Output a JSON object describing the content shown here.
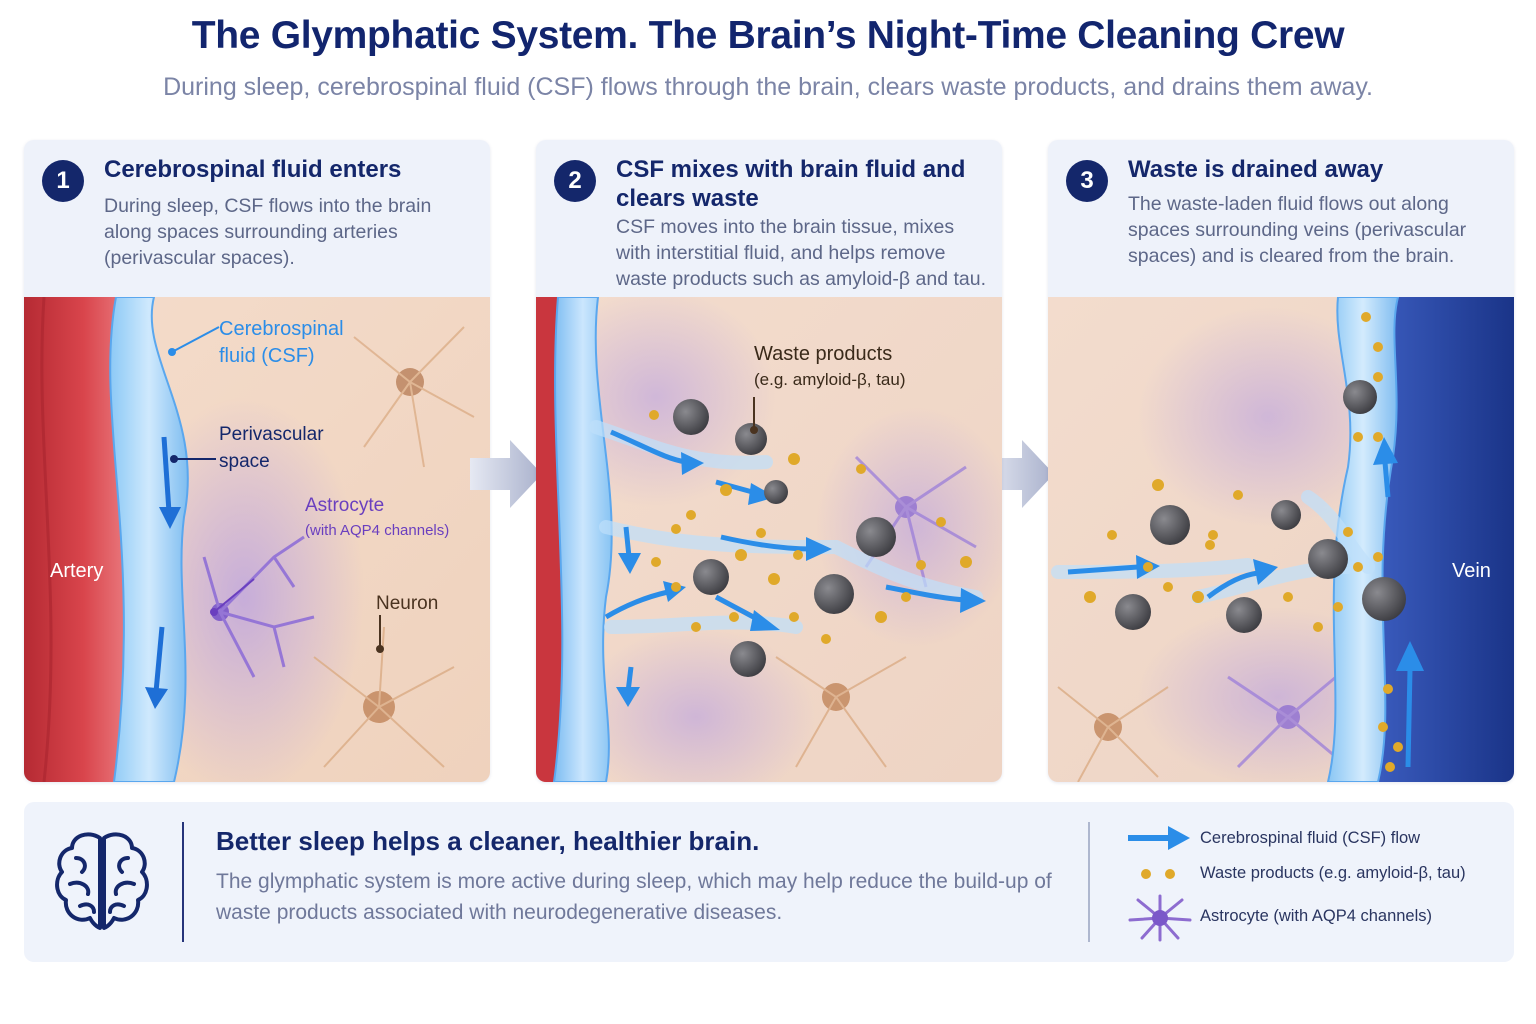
{
  "header": {
    "title": "The Glymphatic System. The Brain’s Night-Time Cleaning Crew",
    "subtitle": "During sleep, cerebrospinal fluid (CSF) flows through the brain, clears waste products, and drains them away."
  },
  "steps": [
    {
      "number": "1",
      "title": "Cerebrospinal fluid enters",
      "desc": "During sleep, CSF flows into the brain along spaces surrounding arteries (perivascular spaces).",
      "labels": {
        "csf_line1": "Cerebrospinal",
        "csf_line2": "fluid (CSF)",
        "perivascular_line1": "Perivascular",
        "perivascular_line2": "space",
        "astrocyte": "Astrocyte",
        "astrocyte_sub": "(with AQP4 channels)",
        "neuron": "Neuron",
        "artery": "Artery"
      }
    },
    {
      "number": "2",
      "title": "CSF mixes with brain fluid and clears waste",
      "desc": "CSF moves into the brain tissue, mixes with interstitial fluid, and helps remove waste products such as amyloid-β and tau.",
      "labels": {
        "waste": "Waste products",
        "waste_sub": "(e.g. amyloid-β, tau)"
      }
    },
    {
      "number": "3",
      "title": "Waste is drained away",
      "desc": "The waste-laden fluid flows out along spaces surrounding veins (perivascular spaces) and is cleared from the brain.",
      "labels": {
        "vein": "Vein"
      }
    }
  ],
  "summary": {
    "title": "Better sleep helps a cleaner, healthier brain.",
    "text": "The glymphatic system is more active during sleep, which may help reduce the build-up of waste products associated with neurodegenerative diseases."
  },
  "legend": [
    {
      "icon": "csf-flow-arrow-icon",
      "label": "Cerebrospinal fluid (CSF) flow"
    },
    {
      "icon": "waste-dots-icon",
      "label": "Waste products (e.g. amyloid-β, tau)"
    },
    {
      "icon": "astrocyte-icon",
      "label": "Astrocyte (with AQP4 channels)"
    }
  ],
  "colors": {
    "navy": "#14276b",
    "csf_blue": "#2b8de8",
    "artery_red": "#c9363e",
    "vein_blue": "#1f3f9a",
    "waste_gold": "#e0a92a",
    "astrocyte_purple": "#8d6cd0",
    "neuron_tan": "#e0b48f"
  }
}
